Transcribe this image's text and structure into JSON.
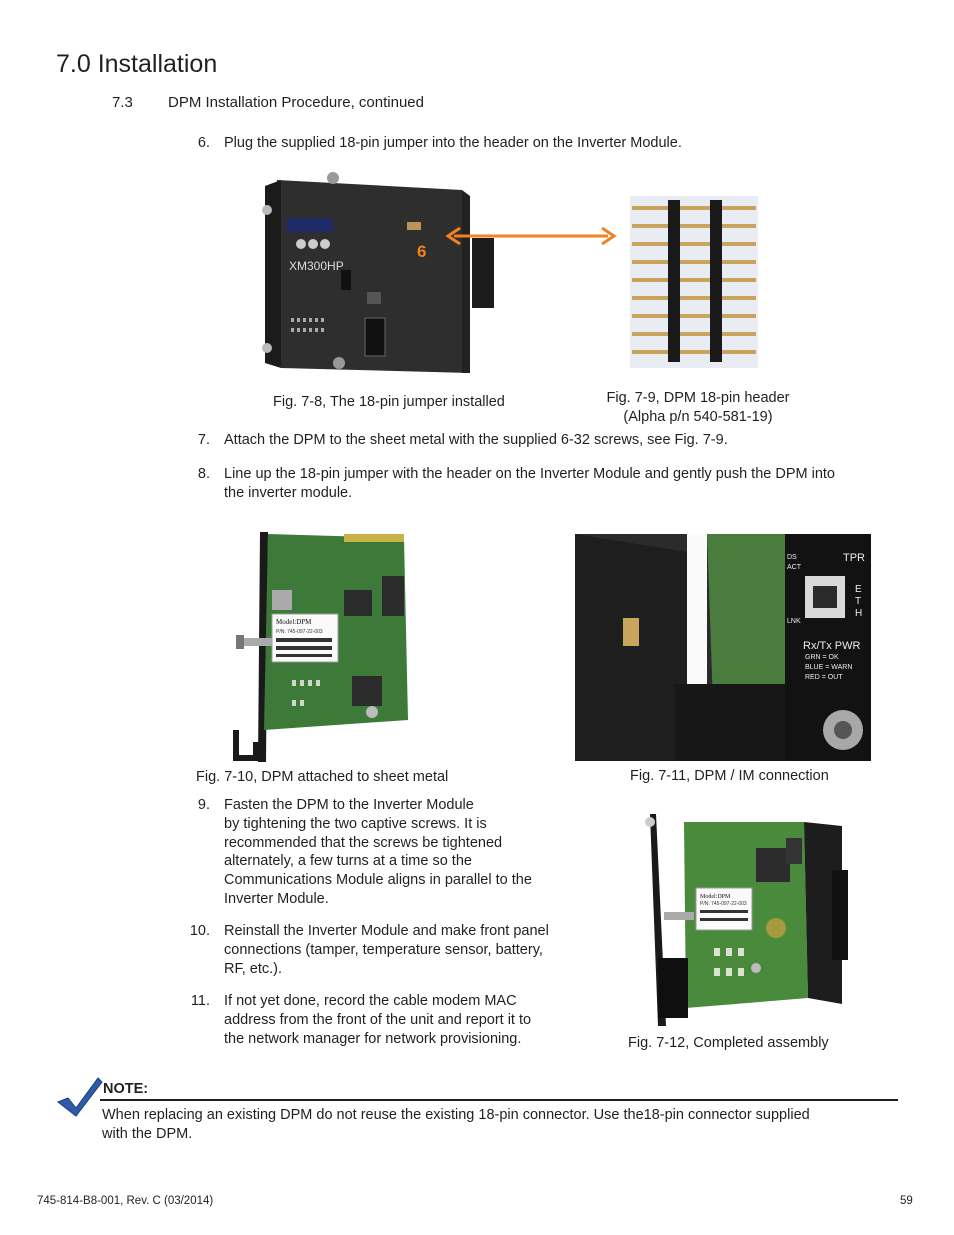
{
  "section_title": "7.0 Installation",
  "subsection": {
    "number": "7.3",
    "title": "DPM Installation Procedure, continued"
  },
  "steps": [
    {
      "num": "6.",
      "text": "Plug the supplied 18-pin jumper into the header on the Inverter Module."
    },
    {
      "num": "7.",
      "text": "Attach the DPM to the sheet metal with the supplied 6-32 screws, see Fig. 7-9."
    },
    {
      "num": "8.",
      "text_line1": "Line up the 18-pin jumper with the header on the Inverter Module and gently push the DPM into",
      "text_line2": "the inverter module."
    },
    {
      "num": "9.",
      "lines": [
        "Fasten the DPM to the Inverter Module",
        "by tightening the two captive screws. It is",
        "recommended that the screws be tightened",
        "alternately, a few turns at a time so the",
        "Communications Module aligns in parallel to the",
        "Inverter Module."
      ]
    },
    {
      "num": "10.",
      "lines": [
        "Reinstall the Inverter Module and make front panel",
        "connections (tamper, temperature sensor, battery,",
        "RF, etc.)."
      ]
    },
    {
      "num": "11.",
      "lines": [
        "If not yet done, record the cable modem MAC",
        "address from the front of the unit and report it to",
        "the network manager for network provisioning."
      ]
    }
  ],
  "figures": {
    "fig78": {
      "caption": "Fig. 7-8, The 18-pin jumper installed",
      "callout": "6",
      "logo_text": "XM300HP"
    },
    "fig79": {
      "caption_line1": "Fig. 7-9, DPM 18-pin header",
      "caption_line2": "(Alpha p/n 540-581-19)"
    },
    "fig710": {
      "caption": "Fig. 7-10, DPM attached to sheet metal",
      "label_line1": "Model:DPM",
      "label_line2": "P/N: 745-097-22-003"
    },
    "fig711": {
      "caption": "Fig. 7-11, DPM / IM connection",
      "labels": {
        "ds": "DS",
        "act": "ACT",
        "tpr": "TPR",
        "eth": "E T H",
        "lnk": "LNK",
        "rxtx": "Rx/Tx PWR",
        "grn": "GRN  = OK",
        "blue": "BLUE = WARN",
        "red": "RED  = OUT"
      }
    },
    "fig712": {
      "caption": "Fig. 7-12, Completed assembly",
      "label_line1": "Model:DPM",
      "label_line2": "P/N: 745-097-22-003"
    }
  },
  "note": {
    "heading": "NOTE:",
    "line1": "When replacing an existing DPM do not reuse the existing 18-pin connector. Use the18-pin connector supplied",
    "line2": "with the DPM."
  },
  "footer": {
    "doc_id": "745-814-B8-001, Rev. C (03/2014)",
    "page_number": "59"
  },
  "colors": {
    "arrow": "#f58220",
    "text": "#231f20",
    "pcb": "#3d7a3a",
    "metal": "#2a2a2a",
    "note_check": "#2e5aa8"
  }
}
